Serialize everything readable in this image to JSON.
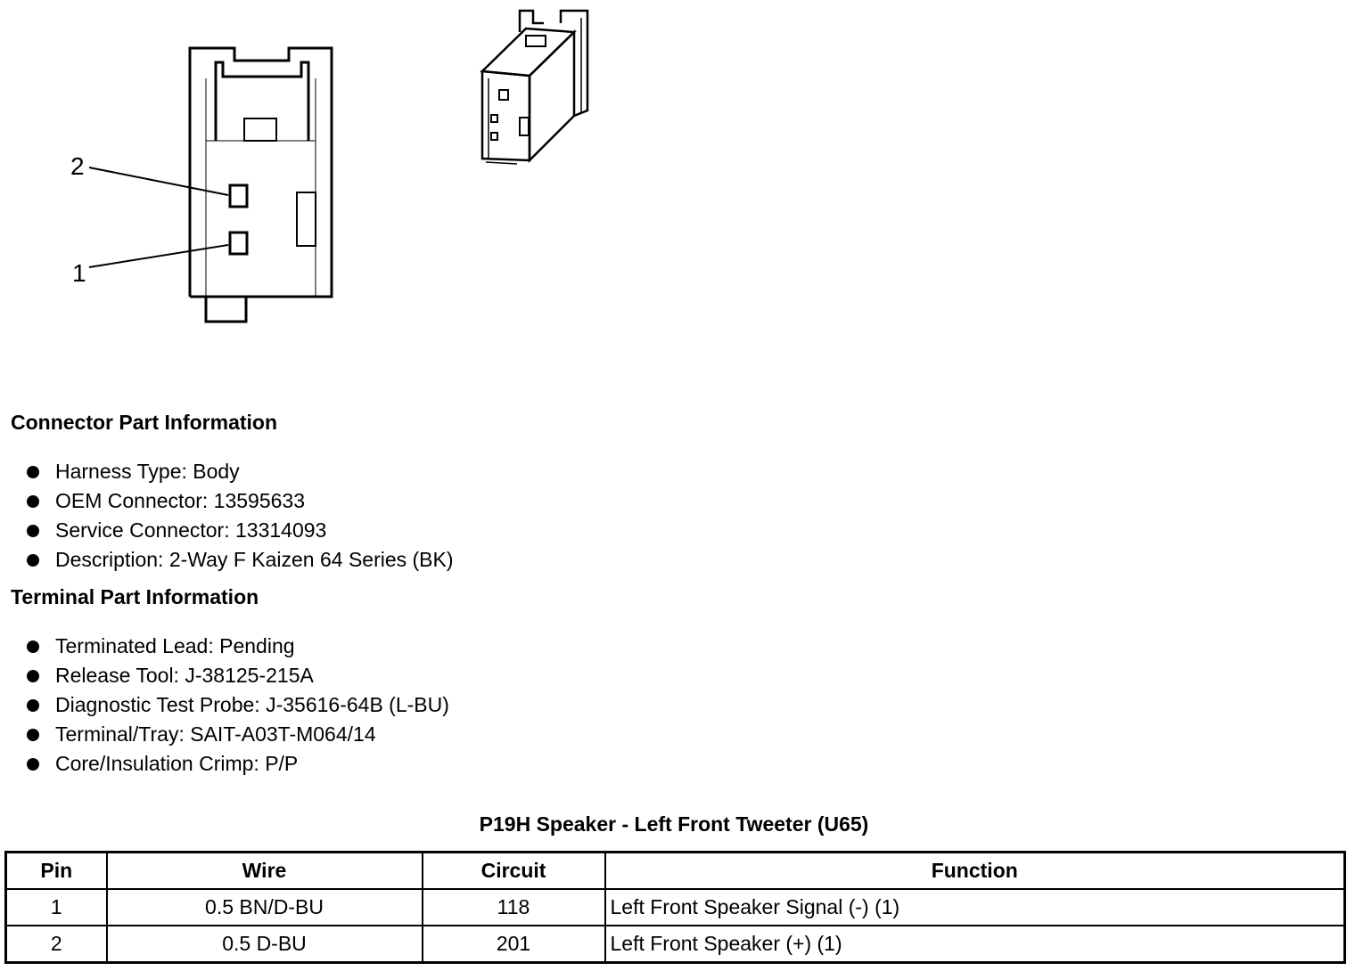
{
  "callouts": [
    "2",
    "1"
  ],
  "connector_info": {
    "heading": "Connector Part Information",
    "items": [
      "Harness Type: Body",
      "OEM Connector: 13595633",
      "Service Connector: 13314093",
      "Description: 2-Way F Kaizen 64 Series (BK)"
    ]
  },
  "terminal_info": {
    "heading": "Terminal Part Information",
    "items": [
      "Terminated Lead: Pending",
      "Release Tool: J-38125-215A",
      "Diagnostic Test Probe: J-35616-64B (L-BU)",
      "Terminal/Tray: SAIT-A03T-M064/14",
      "Core/Insulation Crimp: P/P"
    ]
  },
  "table": {
    "title": "P19H Speaker - Left Front Tweeter (U65)",
    "headers": [
      "Pin",
      "Wire",
      "Circuit",
      "Function"
    ],
    "rows": [
      [
        "1",
        "0.5 BN/D-BU",
        "118",
        "Left Front Speaker Signal (-) (1)"
      ],
      [
        "2",
        "0.5 D-BU",
        "201",
        "Left Front Speaker (+) (1)"
      ]
    ]
  }
}
